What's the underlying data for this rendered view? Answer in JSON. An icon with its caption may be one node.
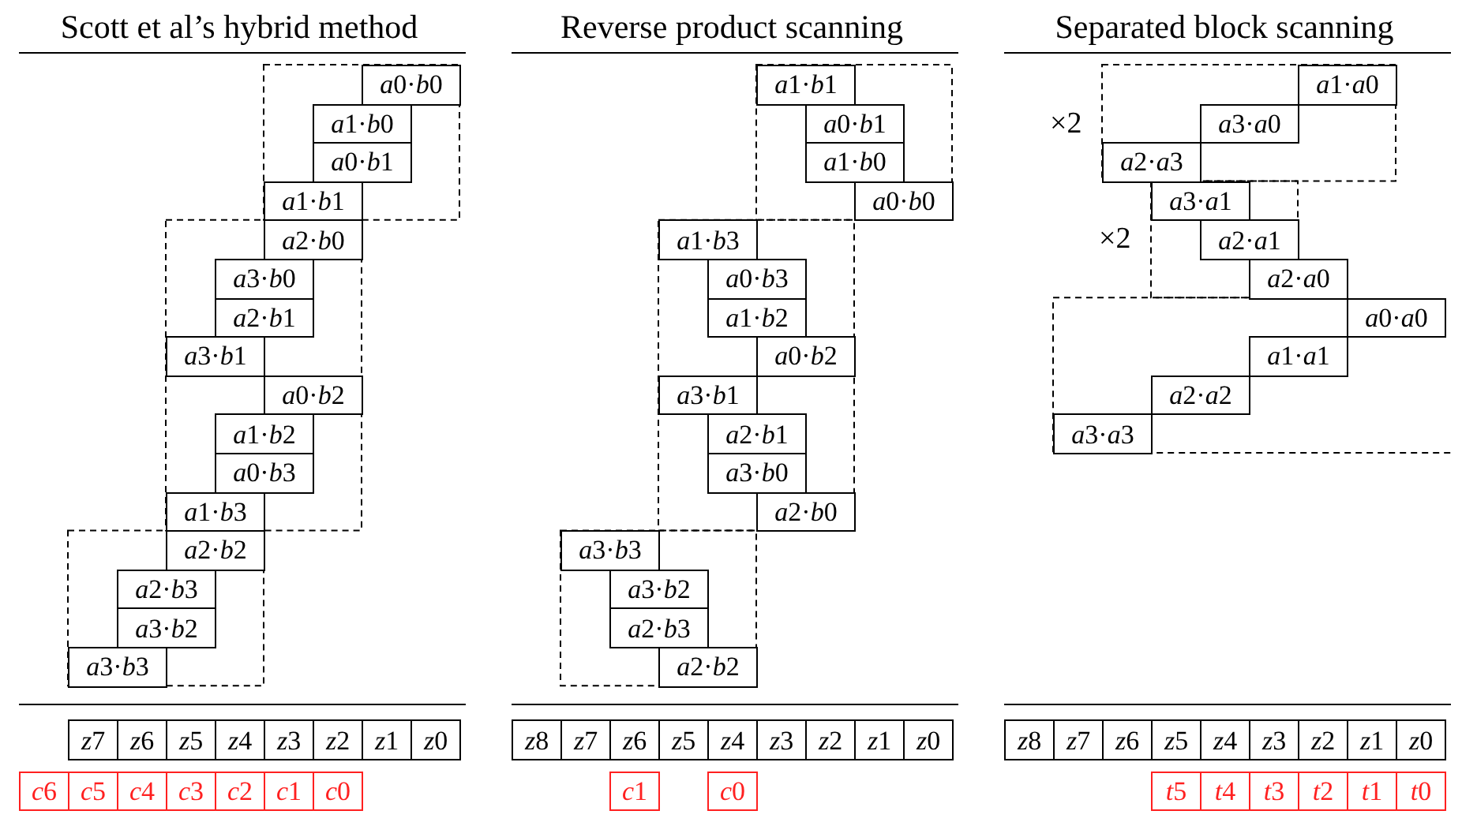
{
  "diagram": {
    "nodes": [
      {
        "text": [
          "a0·b0"
        ]
      },
      {
        "text": [
          "a1·b0"
        ]
      },
      {
        "text": [
          "a0·b1"
        ]
      },
      {
        "text": [
          "a1·b1"
        ]
      },
      {
        "text": [
          "a2·b0"
        ]
      },
      {
        "text": [
          "a3·b0"
        ]
      },
      {
        "text": [
          "a2·b1"
        ]
      },
      {
        "text": [
          "a3·b1"
        ]
      },
      {
        "text": [
          "a0·b2"
        ]
      },
      {
        "text": [
          "a1·b2"
        ]
      },
      {
        "text": [
          "a0·b3"
        ]
      },
      {
        "text": [
          "a1·b3"
        ]
      },
      {
        "text": [
          "a2·b2"
        ]
      },
      {
        "text": [
          "a2·b3"
        ]
      },
      {
        "text": [
          "a3·b2"
        ]
      },
      {
        "text": [
          "a3·b3"
        ]
      },
      {
        "text": [
          "a1·b1"
        ]
      },
      {
        "text": [
          "a0·b1"
        ]
      },
      {
        "text": [
          "a1·b0"
        ]
      },
      {
        "text": [
          "a0·b0"
        ]
      },
      {
        "text": [
          "a1·b3"
        ]
      },
      {
        "text": [
          "a0·b3"
        ]
      },
      {
        "text": [
          "a1·b2"
        ]
      },
      {
        "text": [
          "a0·b2"
        ]
      },
      {
        "text": [
          "a3·b1"
        ]
      },
      {
        "text": [
          "a2·b1"
        ]
      },
      {
        "text": [
          "a3·b0"
        ]
      },
      {
        "text": [
          "a2·b0"
        ]
      },
      {
        "text": [
          "a3·b3"
        ]
      },
      {
        "text": [
          "a3·b2"
        ]
      },
      {
        "text": [
          "a2·b3"
        ]
      },
      {
        "text": [
          "a2·b2"
        ]
      },
      {
        "text": [
          "a1·a0"
        ]
      },
      {
        "text": [
          "a3·a0"
        ]
      },
      {
        "text": [
          "a2·a3"
        ]
      },
      {
        "text": [
          "a3·a1"
        ]
      },
      {
        "text": [
          "a2·a1"
        ]
      },
      {
        "text": [
          "a2·a0"
        ]
      },
      {
        "text": [
          "a0·a0"
        ]
      },
      {
        "text": [
          "a1·a1"
        ]
      },
      {
        "text": [
          "a2·a2"
        ]
      },
      {
        "text": [
          "a3·a3"
        ]
      }
    ],
    "edges": [],
    "labels": [
      "Scott et al’s hybrid method",
      "Reverse product scanning",
      "Separated block scanning",
      "×2",
      "×2",
      "z7",
      "z6",
      "z5",
      "z4",
      "z3",
      "z2",
      "z1",
      "z0",
      "z8",
      "z7",
      "z6",
      "z5",
      "z4",
      "z3",
      "z2",
      "z1",
      "z0",
      "z8",
      "z7",
      "z6",
      "z5",
      "z4",
      "z3",
      "z2",
      "z1",
      "z0",
      "c6",
      "c5",
      "c4",
      "c3",
      "c2",
      "c1",
      "c0",
      "c1",
      "c0",
      "t5",
      "t4",
      "t3",
      "t2",
      "t1",
      "t0"
    ]
  }
}
